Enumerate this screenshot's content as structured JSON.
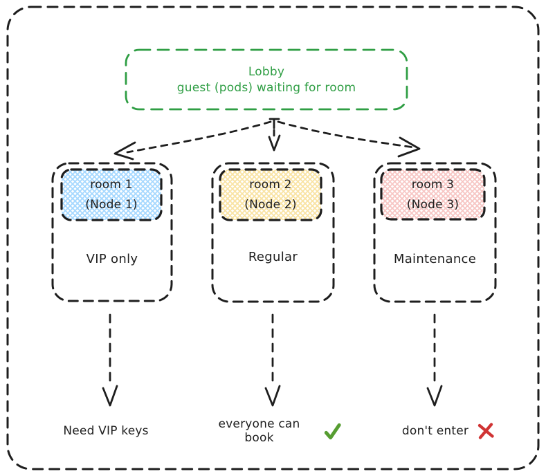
{
  "colors": {
    "ink": "#1e1e1e",
    "lobby_green": "#2f9e44",
    "check_green": "#569d31",
    "cross_red": "#d03434"
  },
  "lobby": {
    "title": "Lobby",
    "subtitle": "guest (pods) waiting for room"
  },
  "rooms": [
    {
      "name": "room 1",
      "node": "(Node 1)",
      "label": "VIP only",
      "hatch_color": "#a5d8ff"
    },
    {
      "name": "room 2",
      "node": "(Node 2)",
      "label": "Regular",
      "hatch_color": "#f9e3a3"
    },
    {
      "name": "room 3",
      "node": "(Node 3)",
      "label": "Maintenance",
      "hatch_color": "#f7c6c4"
    }
  ],
  "annotations": [
    {
      "text": "Need VIP keys",
      "icon": "none"
    },
    {
      "text": "everyone can book",
      "icon": "check-icon"
    },
    {
      "text": "don't enter",
      "icon": "cross-icon"
    }
  ]
}
